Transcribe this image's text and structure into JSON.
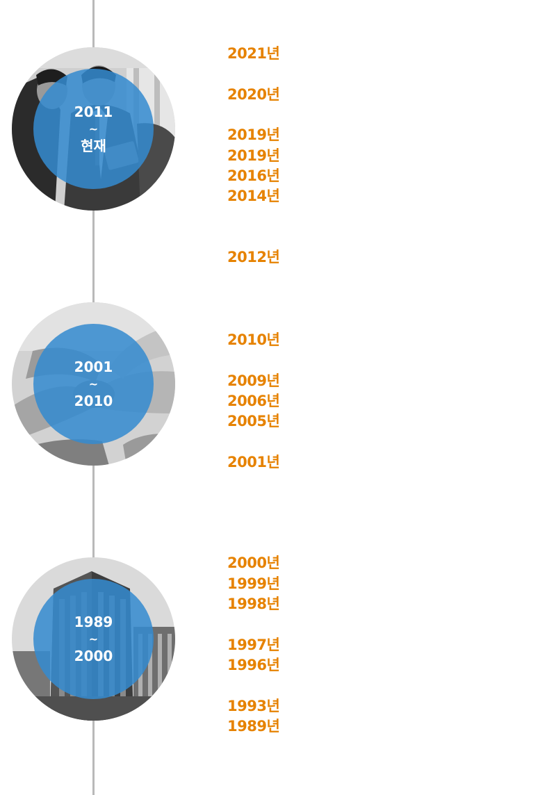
{
  "eras": [
    {
      "start": "2011",
      "sep": "~",
      "end": "현재",
      "photo_icon": "business-people-tablet-photo"
    },
    {
      "start": "2001",
      "sep": "~",
      "end": "2010",
      "photo_icon": "handshake-photo"
    },
    {
      "start": "1989",
      "sep": "~",
      "end": "2000",
      "photo_icon": "office-building-photo"
    }
  ],
  "years": [
    "2021년",
    "2020년",
    "2019년",
    "2019년",
    "2016년",
    "2014년",
    "2012년",
    "2010년",
    "2009년",
    "2006년",
    "2005년",
    "2001년",
    "2000년",
    "1999년",
    "1998년",
    "1997년",
    "1996년",
    "1993년",
    "1989년"
  ],
  "colors": {
    "accent": "#e68200",
    "disc": "#348bcf",
    "line": "#b9b9b9"
  }
}
